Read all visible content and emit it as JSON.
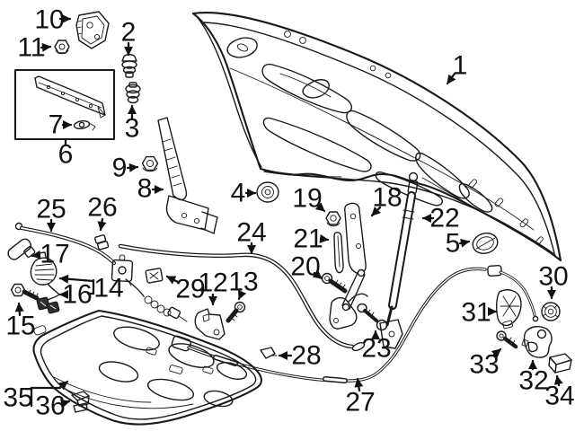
{
  "colors": {
    "background": "#ffffff",
    "line_art": "#1a1a1a",
    "label_text": "#111111"
  },
  "callouts": [
    {
      "label": "1"
    },
    {
      "label": "2"
    },
    {
      "label": "3"
    },
    {
      "label": "4"
    },
    {
      "label": "5"
    },
    {
      "label": "6"
    },
    {
      "label": "7"
    },
    {
      "label": "8"
    },
    {
      "label": "9"
    },
    {
      "label": "10"
    },
    {
      "label": "11"
    },
    {
      "label": "12"
    },
    {
      "label": "13"
    },
    {
      "label": "14"
    },
    {
      "label": "15"
    },
    {
      "label": "16"
    },
    {
      "label": "17"
    },
    {
      "label": "18"
    },
    {
      "label": "19"
    },
    {
      "label": "20"
    },
    {
      "label": "21"
    },
    {
      "label": "22"
    },
    {
      "label": "23"
    },
    {
      "label": "24"
    },
    {
      "label": "25"
    },
    {
      "label": "26"
    },
    {
      "label": "27"
    },
    {
      "label": "28"
    },
    {
      "label": "29"
    },
    {
      "label": "30"
    },
    {
      "label": "31"
    },
    {
      "label": "32"
    },
    {
      "label": "33"
    },
    {
      "label": "34"
    },
    {
      "label": "35"
    },
    {
      "label": "36"
    }
  ]
}
